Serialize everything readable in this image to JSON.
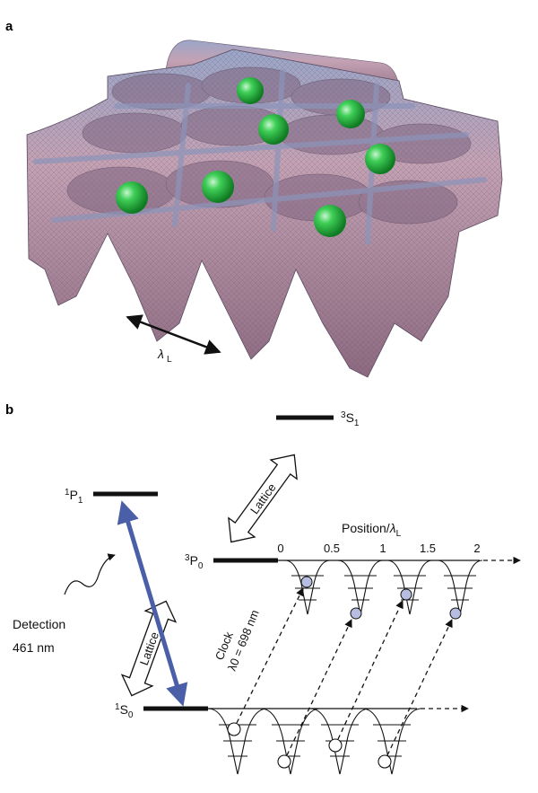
{
  "panel_a": {
    "label": "a",
    "wavelength_label": "λ",
    "wavelength_sub": "L"
  },
  "panel_b": {
    "label": "b",
    "levels": {
      "s1": {
        "sup": "3",
        "base": "S",
        "sub": "1"
      },
      "p1": {
        "sup": "1",
        "base": "P",
        "sub": "1"
      },
      "p0": {
        "sup": "3",
        "base": "P",
        "sub": "0"
      },
      "s0": {
        "sup": "1",
        "base": "S",
        "sub": "0"
      }
    },
    "lattice_upper": "Lattice",
    "lattice_lower": "Lattice",
    "position_axis": {
      "label": "Position/",
      "lambda": "λ",
      "lambda_sub": "L",
      "ticks": [
        "0",
        "0.5",
        "1",
        "1.5",
        "2"
      ]
    },
    "detection": {
      "label": "Detection",
      "wavelength": "461 nm"
    },
    "clock": {
      "label": "Clock",
      "wavelength": "λ0 = 698 nm"
    },
    "colors": {
      "detection_arrow": "#4a5fa8",
      "clock_text": "#e2553c",
      "surface": "#b89aab",
      "atom": "#21a63a",
      "excited_atom": "#b7bde0"
    }
  }
}
